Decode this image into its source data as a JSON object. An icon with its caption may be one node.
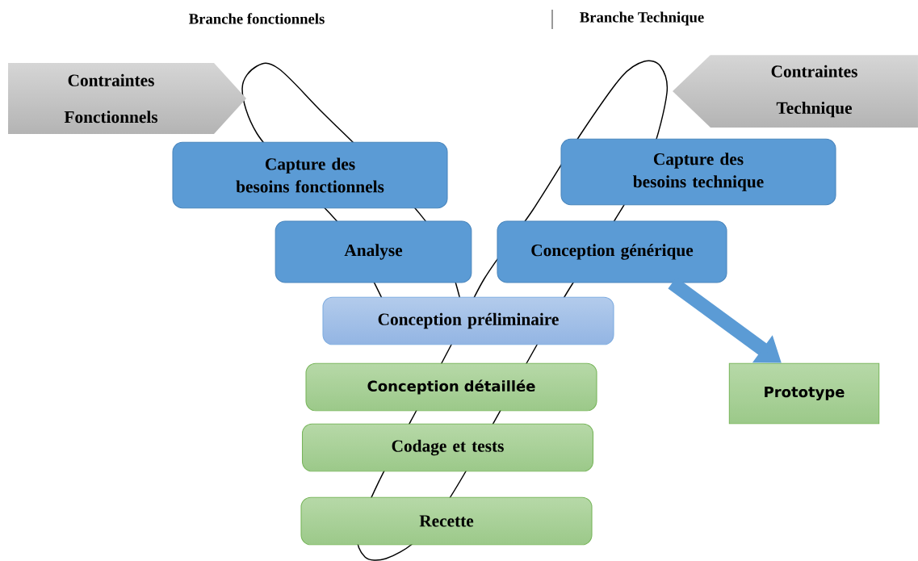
{
  "diagram": {
    "nodes": [
      {
        "text": [
          "Contraintes Fonctionnels"
        ]
      },
      {
        "text": [
          "Contraintes Technique"
        ]
      },
      {
        "text": [
          "Capture des besoins fonctionnels"
        ]
      },
      {
        "text": [
          "Capture des besoins technique"
        ]
      },
      {
        "text": [
          "Analyse"
        ]
      },
      {
        "text": [
          "Conception générique"
        ]
      },
      {
        "text": [
          "Conception préliminaire"
        ]
      },
      {
        "text": [
          "Conception détaillée"
        ]
      },
      {
        "text": [
          "Codage et tests"
        ]
      },
      {
        "text": [
          "Recette"
        ]
      },
      {
        "text": [
          "Prototype"
        ]
      }
    ],
    "edges": [
      {
        "from": 5,
        "to": 10,
        "arrow": "to",
        "color": "#5b9bd5"
      }
    ],
    "labels": [
      "Branche fonctionnels",
      "Branche Technique"
    ]
  }
}
